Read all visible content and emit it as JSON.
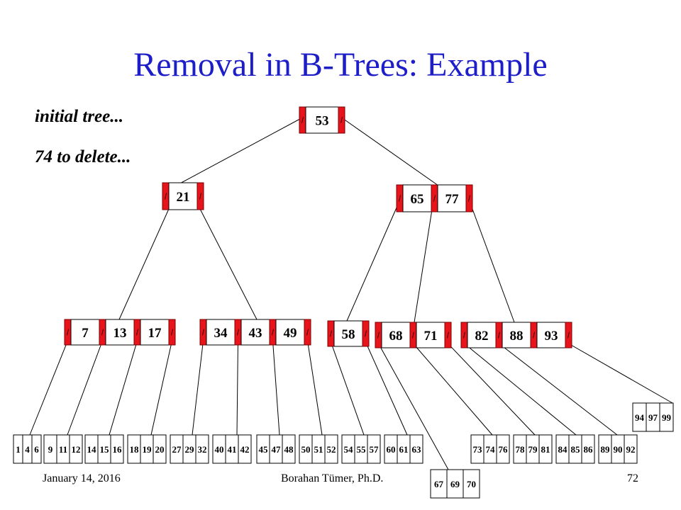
{
  "slide": {
    "title": "Removal in B-Trees: Example",
    "notes": [
      "initial tree...",
      "74 to delete..."
    ],
    "footer": {
      "date": "January 14, 2016",
      "author": "Borahan Tümer, Ph.D.",
      "page": "72"
    }
  },
  "colors": {
    "title": "#1d1ec8",
    "pointer": "#e8141c",
    "line": "#000000"
  },
  "tree": {
    "root": [
      "53"
    ],
    "level1": [
      [
        "21"
      ],
      [
        "65",
        "77"
      ]
    ],
    "level2": [
      [
        "7",
        "13",
        "17"
      ],
      [
        "34",
        "43",
        "49"
      ],
      [
        "58"
      ],
      [
        "68",
        "71"
      ],
      [
        "82",
        "88",
        "93"
      ]
    ],
    "leaves": [
      [
        "1",
        "4",
        "6"
      ],
      [
        "9",
        "11",
        "12"
      ],
      [
        "14",
        "15",
        "16"
      ],
      [
        "18",
        "19",
        "20"
      ],
      [
        "27",
        "29",
        "32"
      ],
      [
        "40",
        "41",
        "42"
      ],
      [
        "45",
        "47",
        "48"
      ],
      [
        "50",
        "51",
        "52"
      ],
      [
        "54",
        "55",
        "57"
      ],
      [
        "60",
        "61",
        "63"
      ],
      [
        "67",
        "69",
        "70"
      ],
      [
        "73",
        "74",
        "76"
      ],
      [
        "78",
        "79",
        "81"
      ],
      [
        "84",
        "85",
        "86"
      ],
      [
        "89",
        "90",
        "92"
      ],
      [
        "94",
        "97",
        "99"
      ]
    ]
  }
}
